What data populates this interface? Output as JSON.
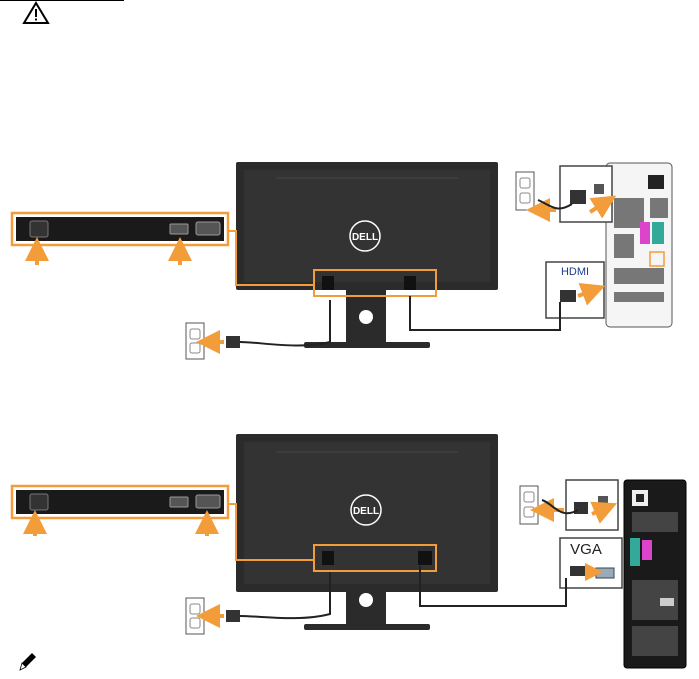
{
  "icons": {
    "warning": "warning-triangle-icon",
    "note": "note-pencil-icon",
    "logo": "dell-logo"
  },
  "colors": {
    "accent_orange": "#f39c3a",
    "monitor_body": "#2b2b2b",
    "monitor_bezel": "#1a1a1a",
    "page_bg": "#ffffff"
  },
  "diagram_hdmi": {
    "connector_label": "HDMI",
    "logo_text": "DELL"
  },
  "diagram_vga": {
    "connector_label": "VGA",
    "logo_text": "DELL"
  }
}
